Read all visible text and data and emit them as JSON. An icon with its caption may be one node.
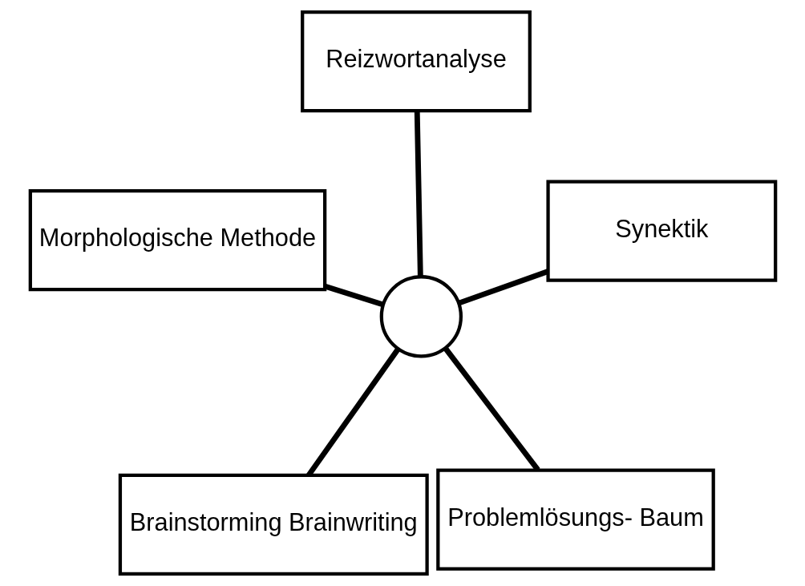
{
  "diagram": {
    "nodes": [
      {
        "text": [
          "Brainstorming Brainwriting"
        ]
      },
      {
        "text": [
          "Problemlösungs- Baum"
        ]
      },
      {
        "text": [],
        "shape": "circle"
      },
      {
        "text": [
          "Reizwortanalyse"
        ]
      },
      {
        "text": [
          "Synektik"
        ]
      },
      {
        "text": [
          "Morphologische Methode"
        ]
      }
    ],
    "edges": [
      {
        "from": 2,
        "to": 0,
        "arrow": "none"
      },
      {
        "from": 2,
        "to": 1,
        "arrow": "none"
      },
      {
        "from": 2,
        "to": 3,
        "arrow": "none"
      },
      {
        "from": 2,
        "to": 4,
        "arrow": "none"
      },
      {
        "from": 2,
        "to": 5,
        "arrow": "none"
      }
    ]
  }
}
